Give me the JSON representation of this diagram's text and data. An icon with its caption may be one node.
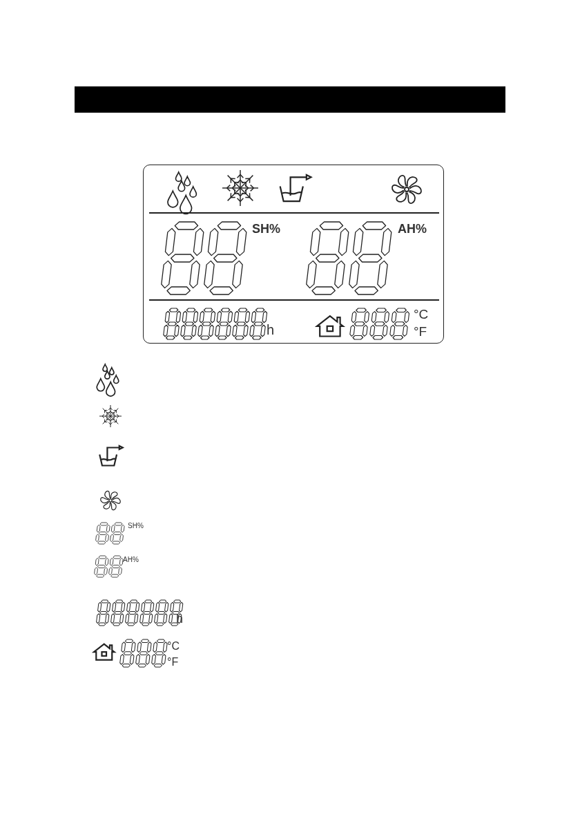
{
  "diagram": {
    "nodes": [
      {
        "text": [
          "SH%",
          "AH%",
          "h",
          "°C",
          "°F"
        ]
      }
    ],
    "labels": [
      "SH%",
      "AH%",
      "h",
      "°C",
      "°F"
    ]
  }
}
